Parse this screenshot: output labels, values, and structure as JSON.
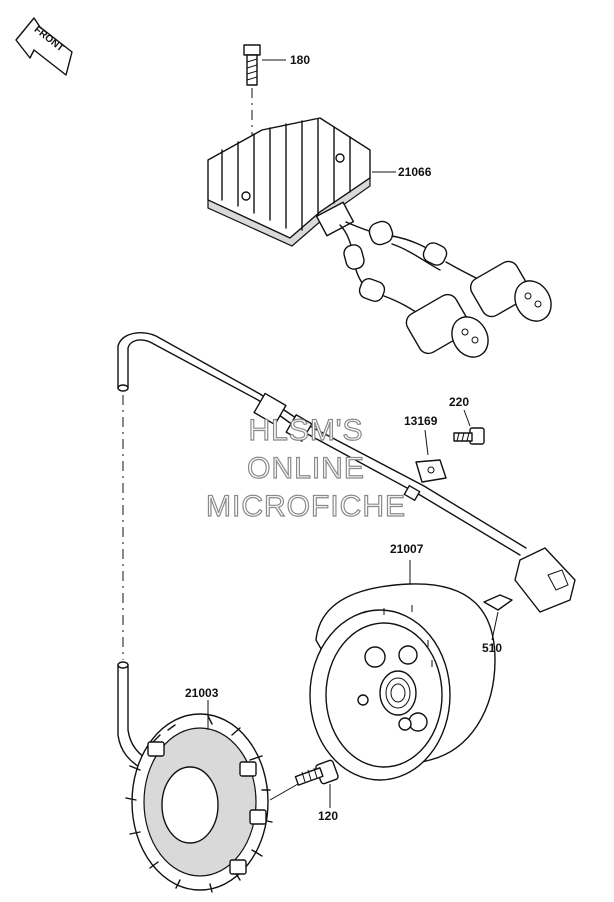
{
  "front_arrow": {
    "label": "FRONT"
  },
  "watermark": {
    "lines": [
      "HLSM'S",
      "ONLINE",
      "MICROFICHE"
    ]
  },
  "callouts": [
    {
      "id": "bolt-180",
      "label": "180"
    },
    {
      "id": "regulator-21066",
      "label": "21066"
    },
    {
      "id": "bolt-220",
      "label": "220"
    },
    {
      "id": "plate-13169",
      "label": "13169"
    },
    {
      "id": "rotor-21007",
      "label": "21007"
    },
    {
      "id": "key-510",
      "label": "510"
    },
    {
      "id": "stator-21003",
      "label": "21003"
    },
    {
      "id": "bolt-120",
      "label": "120"
    }
  ]
}
